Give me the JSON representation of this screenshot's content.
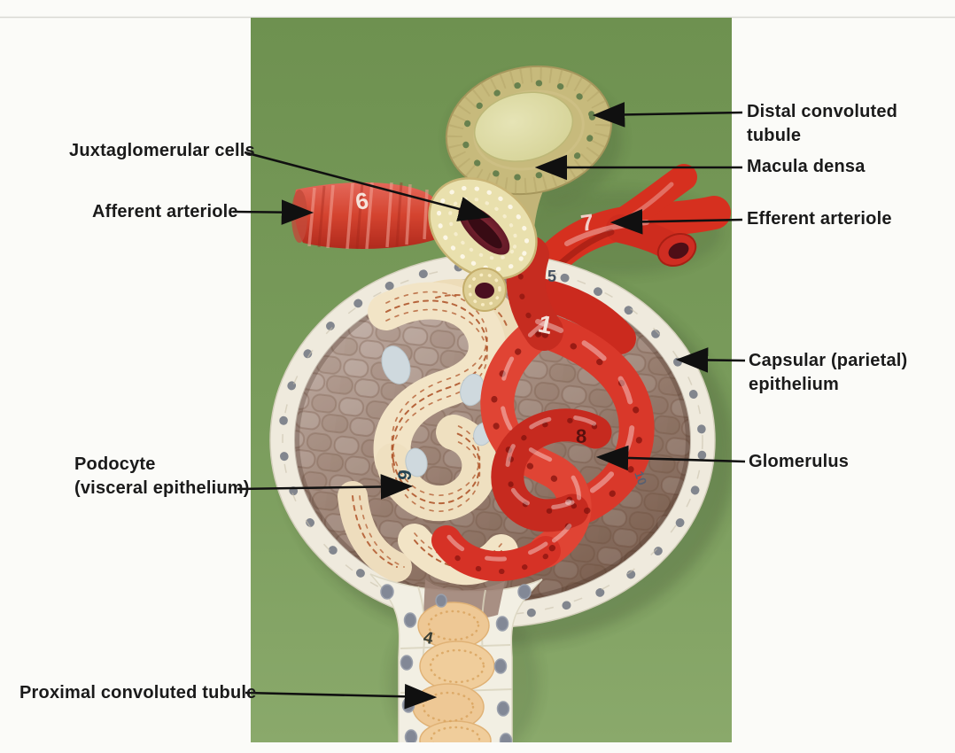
{
  "figure_type": "labeled anatomical model photo (renal corpuscle / nephron)",
  "labels": {
    "distal": {
      "text": "Distal convoluted tubule",
      "side": "right"
    },
    "macula": {
      "text": "Macula densa",
      "side": "right"
    },
    "juxtaglomerular": {
      "text": "Juxtaglomerular cells",
      "side": "left"
    },
    "afferent": {
      "text": "Afferent arteriole",
      "side": "left"
    },
    "efferent": {
      "text": "Efferent arteriole",
      "side": "right"
    },
    "capsular": {
      "text": "Capsular (parietal)\nepithelium",
      "side": "right"
    },
    "glomerulus": {
      "text": "Glomerulus",
      "side": "right"
    },
    "podocyte": {
      "text": "Podocyte\n(visceral epithelium)",
      "side": "left"
    },
    "proximal": {
      "text": "Proximal convoluted tubule",
      "side": "left"
    }
  },
  "model_numbers": {
    "vascular_pole_vessel": "1",
    "proximal_tubule": "4",
    "capsule_rim_top": "5",
    "afferent_arteriole": "6",
    "efferent_arteriole": "7",
    "glomerulus_capillary": "8",
    "podocyte_tube": "9",
    "capsule_rim_right": "10"
  },
  "colors": {
    "photo_background_green": "#7a9b5c",
    "page_margin": "#fbfbf8",
    "arteriole_red": "#d6301f",
    "capsule_rim_cream": "#efeadd",
    "capsule_interior_mauve": "#a28a7d",
    "podocyte_cream": "#f2e4c6",
    "tubule_khaki": "#c7ba7c",
    "proximal_interior_orange": "#eec895",
    "label_text": "#1a1a1a",
    "arrow": "#101010"
  }
}
